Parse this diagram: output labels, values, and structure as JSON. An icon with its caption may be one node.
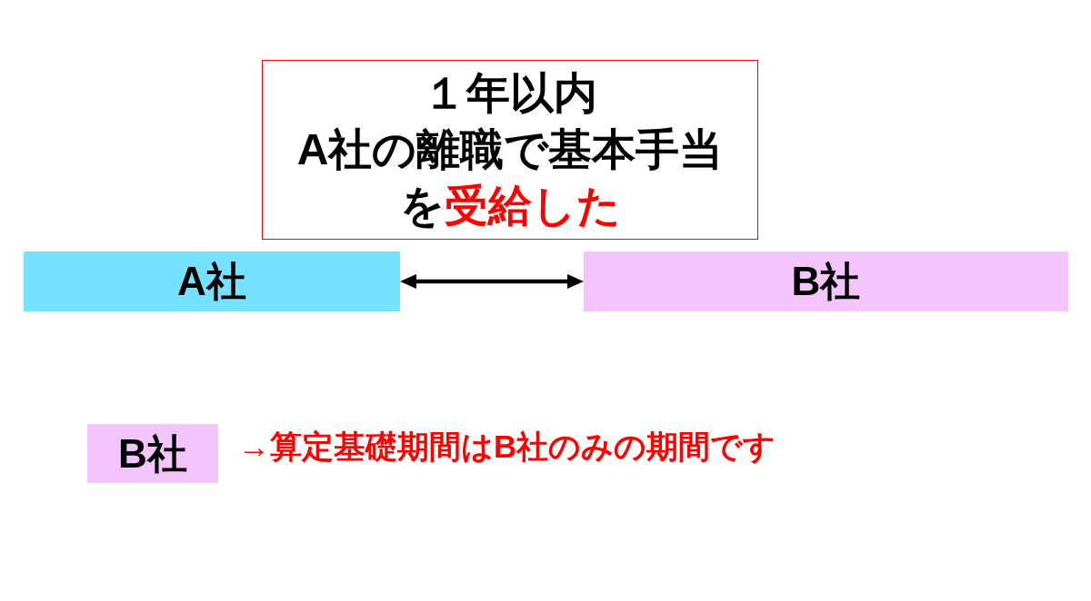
{
  "diagram": {
    "nodes": [
      {
        "text": [
          "１年以内",
          "A社の離職で基本手当を**受給した**"
        ]
      },
      {
        "text": [
          "A社"
        ]
      },
      {
        "text": [
          "B社"
        ]
      },
      {
        "text": [
          "B社"
        ],
        "beside": [
          "→算定基礎期間はB社のみの期間です"
        ]
      }
    ],
    "edges": [
      {
        "from": 1,
        "to": 2,
        "arrow": "both"
      }
    ]
  }
}
